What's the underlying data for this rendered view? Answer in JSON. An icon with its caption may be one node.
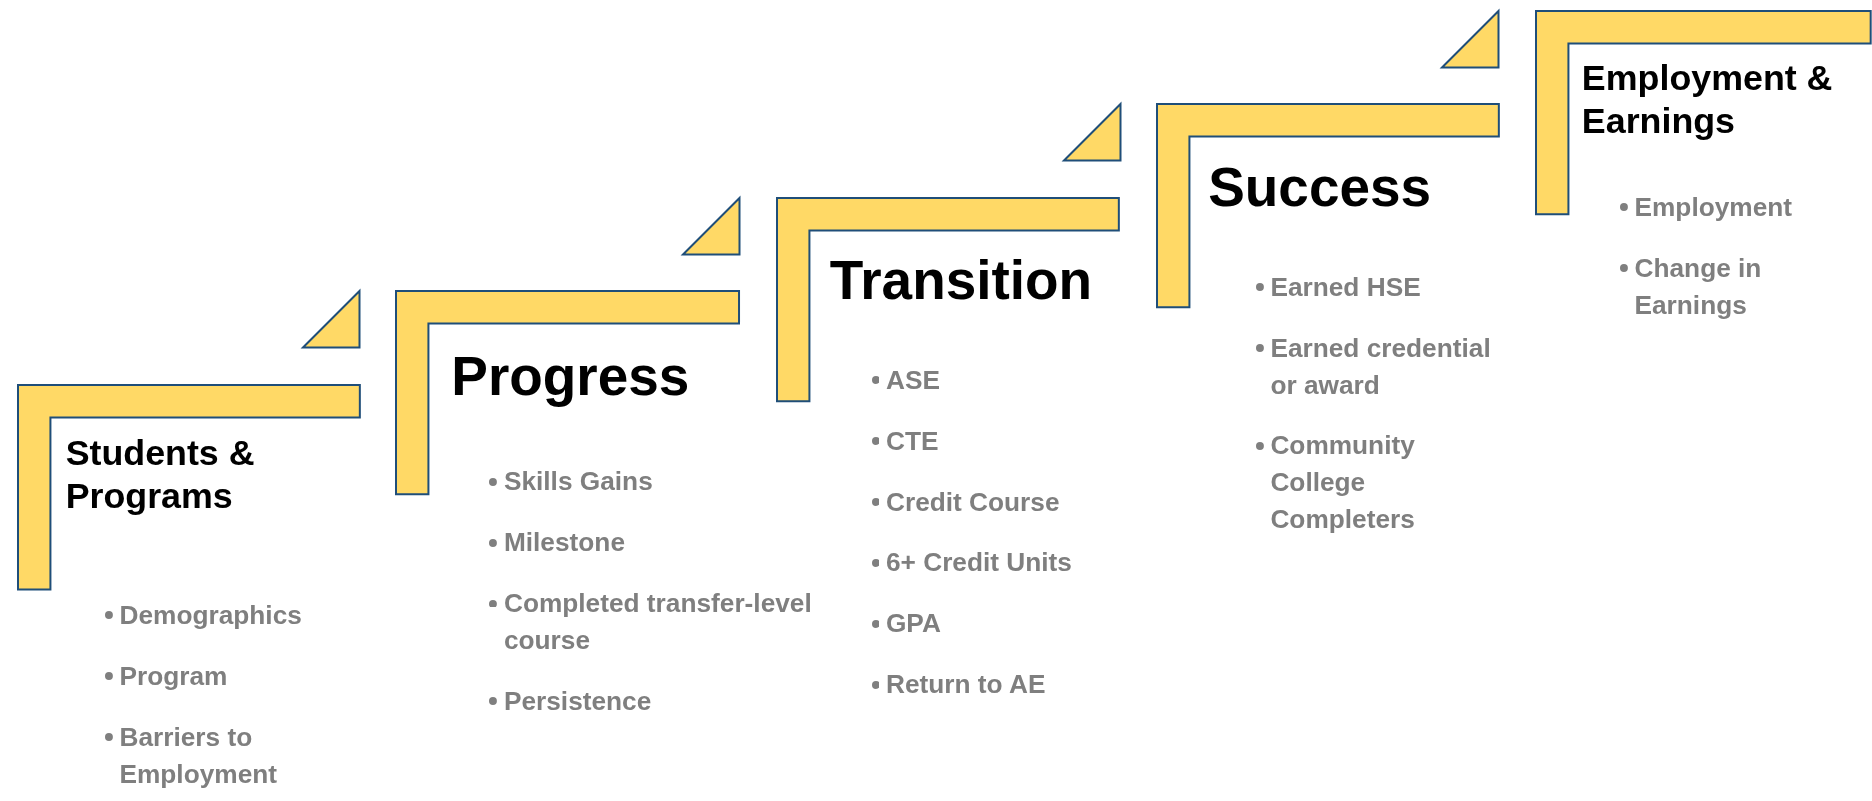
{
  "diagram": {
    "nodes": [
      {
        "text": [
          "Students & Programs",
          "Demographics",
          "Program",
          "Barriers to Employment"
        ]
      },
      {
        "text": [
          "Progress",
          "Skills Gains",
          "Milestone",
          "Completed transfer-level course",
          "Persistence"
        ]
      },
      {
        "text": [
          "Transition",
          "ASE",
          "CTE",
          "Credit Course",
          "6+ Credit Units",
          "GPA",
          "Return to AE"
        ]
      },
      {
        "text": [
          "Success",
          "Earned HSE",
          "Earned credential or award",
          "Community College Completers"
        ]
      },
      {
        "text": [
          "Employment & Earnings",
          "Employment",
          "Change in Earnings"
        ]
      }
    ]
  }
}
